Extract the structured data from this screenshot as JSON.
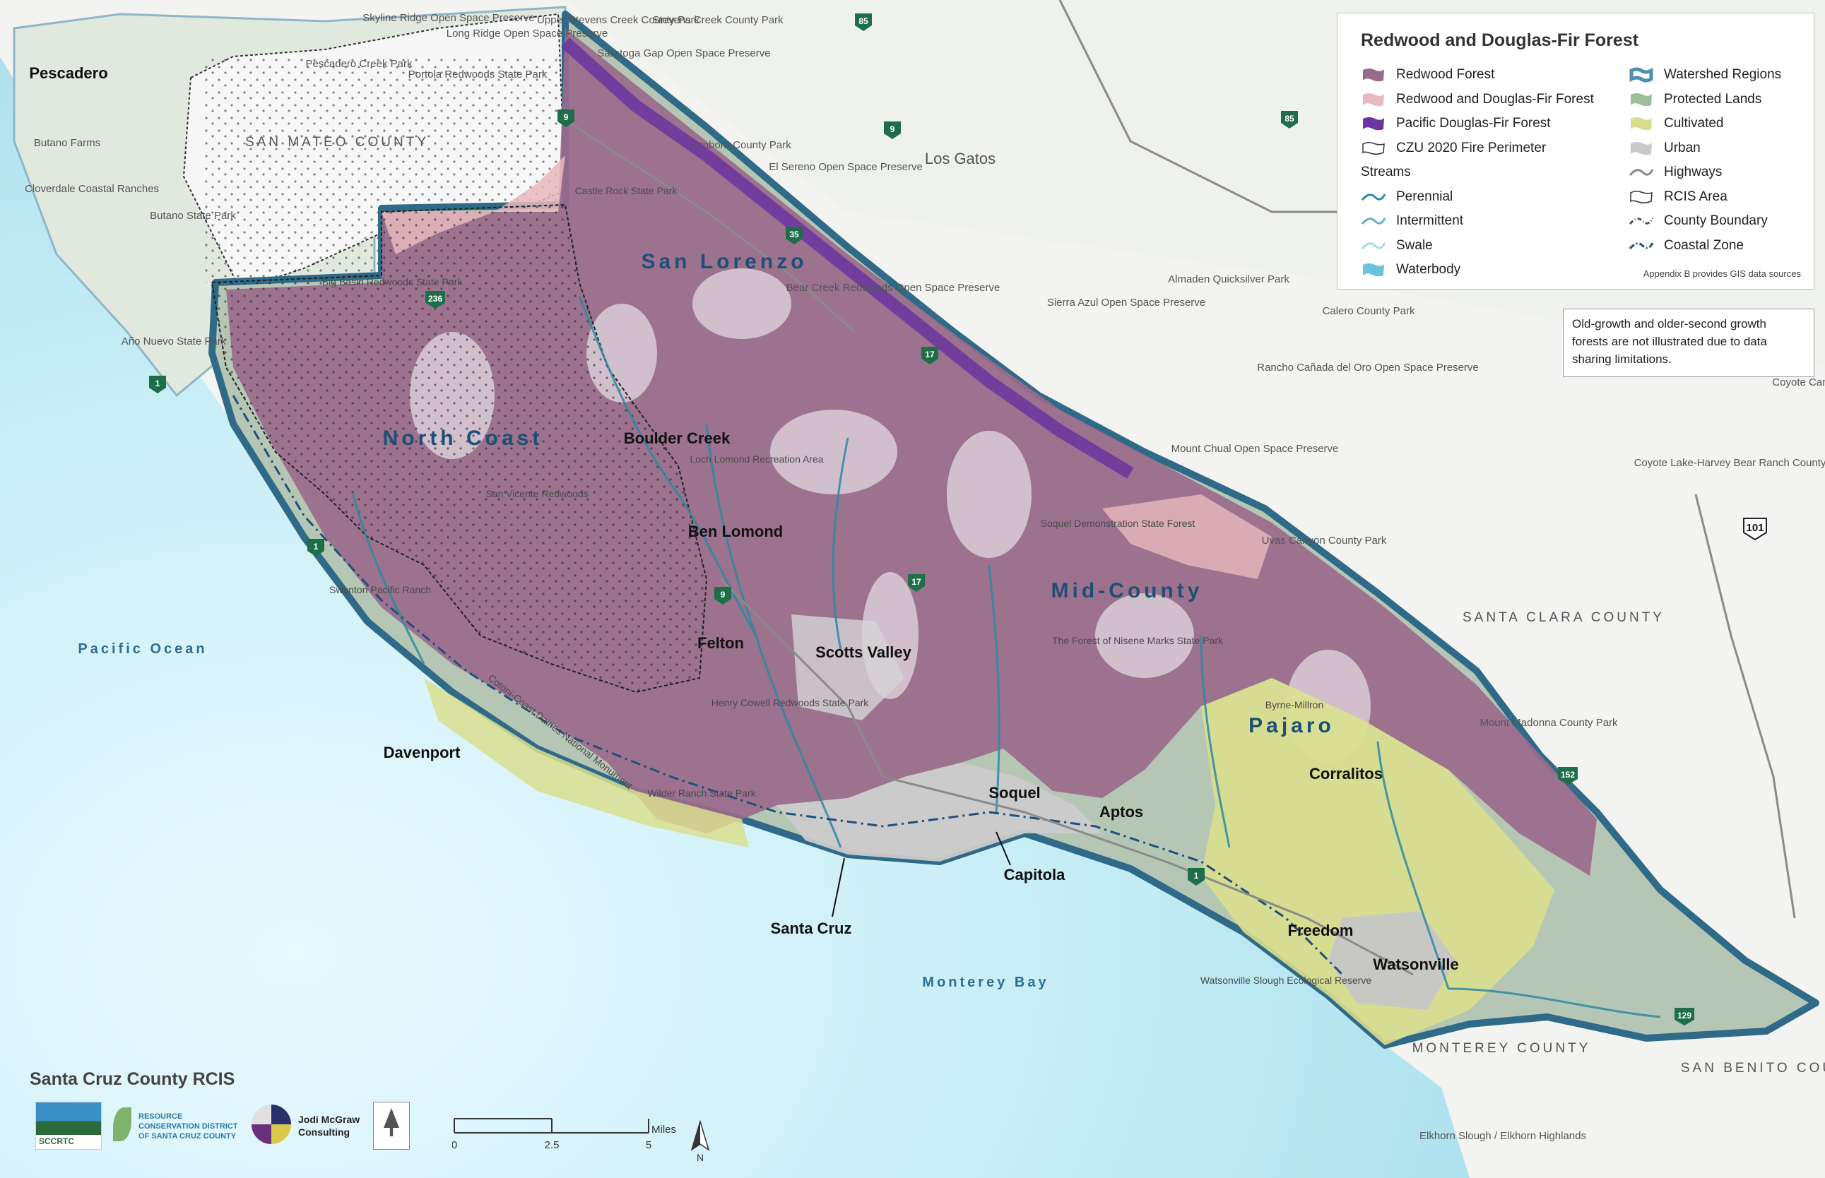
{
  "legend": {
    "title": "Redwood and Douglas-Fir Forest",
    "left_items": [
      {
        "label": "Redwood Forest",
        "icon": "redwood-forest-swatch",
        "color": "#9a6a8c"
      },
      {
        "label": "Redwood and Douglas-Fir Forest",
        "icon": "redwood-douglas-fir-swatch",
        "color": "#e8b9bd"
      },
      {
        "label": "Pacific Douglas-Fir Forest",
        "icon": "douglas-fir-swatch",
        "color": "#6a35a0"
      },
      {
        "label": "CZU 2020 Fire Perimeter",
        "icon": "fire-perimeter-swatch",
        "color": "#ffffff"
      },
      {
        "label": "Streams",
        "icon": "",
        "color": ""
      },
      {
        "label": "Perennial",
        "icon": "perennial-stream-icon",
        "color": "#2b8aa0"
      },
      {
        "label": "Intermittent",
        "icon": "intermittent-stream-icon",
        "color": "#5fb2c4"
      },
      {
        "label": "Swale",
        "icon": "swale-stream-icon",
        "color": "#a8d8e2"
      },
      {
        "label": "Waterbody",
        "icon": "waterbody-swatch",
        "color": "#69c3dd"
      }
    ],
    "right_items": [
      {
        "label": "Watershed Regions",
        "icon": "watershed-regions-swatch",
        "color": "#4d8fb0"
      },
      {
        "label": "Protected Lands",
        "icon": "protected-lands-swatch",
        "color": "#9bbf9a"
      },
      {
        "label": "Cultivated",
        "icon": "cultivated-swatch",
        "color": "#d9de8e"
      },
      {
        "label": "Urban",
        "icon": "urban-swatch",
        "color": "#c9c9c9"
      },
      {
        "label": "Highways",
        "icon": "highway-line-icon",
        "color": "#888888"
      },
      {
        "label": "RCIS Area",
        "icon": "rcis-area-swatch",
        "color": "#ffffff"
      },
      {
        "label": "County Boundary",
        "icon": "county-boundary-icon",
        "color": "#555555"
      },
      {
        "label": "Coastal Zone",
        "icon": "coastal-zone-icon",
        "color": "#1e4f7d"
      }
    ],
    "note": "Appendix B provides GIS data sources"
  },
  "disclaimer": "Old-growth and older-second growth forests are not illustrated due to data sharing limitations.",
  "regions": [
    "San Lorenzo",
    "North Coast",
    "Mid-County",
    "Pajaro"
  ],
  "places": [
    "Pescadero",
    "Boulder Creek",
    "Ben Lomond",
    "Felton",
    "Scotts Valley",
    "Davenport",
    "Soquel",
    "Aptos",
    "Capitola",
    "Santa Cruz",
    "Corralitos",
    "Freedom",
    "Watsonville",
    "Los Gatos"
  ],
  "parks": [
    "Skyline Ridge Open Space Preserve",
    "Long Ridge Open Space Preserve",
    "Pescadero Creek Park",
    "Portola Redwoods State Park",
    "Butano Farms",
    "Cloverdale Coastal Ranches",
    "Butano State Park",
    "Año Nuevo State Park",
    "Big Basin Redwoods State Park",
    "Castle Rock State Park",
    "Upper Stevens Creek County Park",
    "Stevens Creek County Park",
    "Saratoga Gap Open Space Preserve",
    "Sanborn County Park",
    "El Sereno Open Space Preserve",
    "Bear Creek Redwoods Open Space Preserve",
    "Sierra Azul Open Space Preserve",
    "Almaden Quicksilver Park",
    "Calero County Park",
    "Rancho Cañada del Oro Open Space Preserve",
    "Mount Chual Open Space Preserve",
    "Coyote Lake-Harvey Bear Ranch County Park",
    "Uvas Canyon County Park",
    "Loch Lomond Recreation Area",
    "San Vicente Redwoods",
    "Swanton Pacific Ranch",
    "Soquel Demonstration State Forest",
    "The Forest of Nisene Marks State Park",
    "Henry Cowell Redwoods State Park",
    "Cotoni-Coast Dairies National Monument",
    "Wilder Ranch State Park",
    "Byrne-Millron",
    "Mount Madonna County Park",
    "Watsonville Slough Ecological Reserve",
    "Elkhorn Slough / Elkhorn Highlands",
    "Coyote Canyon"
  ],
  "counties": [
    "SAN MATEO COUNTY",
    "SANTA CLARA COUNTY",
    "MONTEREY COUNTY",
    "SAN BENITO COUNTY"
  ],
  "waters": [
    "Pacific Ocean",
    "Monterey Bay"
  ],
  "highways": [
    "85",
    "85",
    "9",
    "9",
    "35",
    "236",
    "1",
    "1",
    "17",
    "17",
    "9",
    "1",
    "152",
    "101",
    "129"
  ],
  "footer": {
    "title": "Santa Cruz County RCIS",
    "logos": [
      "SCCRTC",
      "RESOURCE CONSERVATION DISTRICT OF SANTA CRUZ COUNTY",
      "Jodi McGraw Consulting"
    ],
    "scale_labels": [
      "0",
      "2.5",
      "5"
    ],
    "scale_unit": "Miles",
    "north": "N"
  }
}
